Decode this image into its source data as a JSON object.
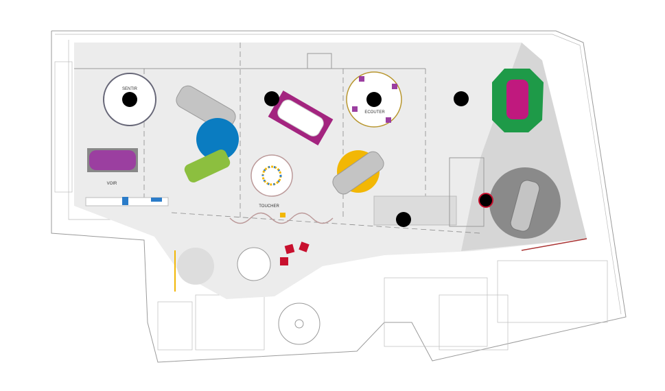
{
  "plan": {
    "zones": {
      "sentir": "SENTIR",
      "ecouter": "ECOUTER",
      "voir": "VOIR",
      "toucher": "TOUCHER"
    },
    "colors": {
      "floor": "#ececec",
      "floor_dark": "#d6d6d6",
      "blue": "#0a7cc1",
      "green": "#8cbf3f",
      "purple": "#9b3fa0",
      "magenta": "#a3247f",
      "yellow": "#f2b705",
      "dark_green": "#1e9a48",
      "pink": "#c0197e",
      "red": "#c8102e",
      "car_gray": "#c4c4c4"
    }
  }
}
